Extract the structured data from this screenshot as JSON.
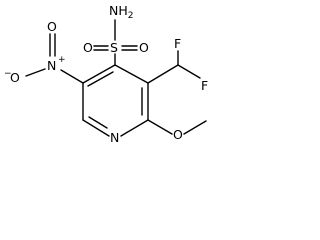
{
  "structure": {
    "atoms": {
      "amine": {
        "symbol": "NH",
        "subscript": "2"
      },
      "sulfur": {
        "symbol": "S"
      },
      "sulfonyl_oxygen_left": {
        "symbol": "O"
      },
      "sulfonyl_oxygen_right": {
        "symbol": "O"
      },
      "fluorine_top": {
        "symbol": "F"
      },
      "fluorine_right": {
        "symbol": "F"
      },
      "nitro_nitrogen": {
        "symbol": "N",
        "charge": "+"
      },
      "nitro_oxygen_top": {
        "symbol": "O"
      },
      "nitro_oxygen_anion": {
        "symbol": "O",
        "charge": "−"
      },
      "pyridine_nitrogen": {
        "symbol": "N"
      },
      "methoxy_oxygen": {
        "symbol": "O"
      }
    }
  }
}
